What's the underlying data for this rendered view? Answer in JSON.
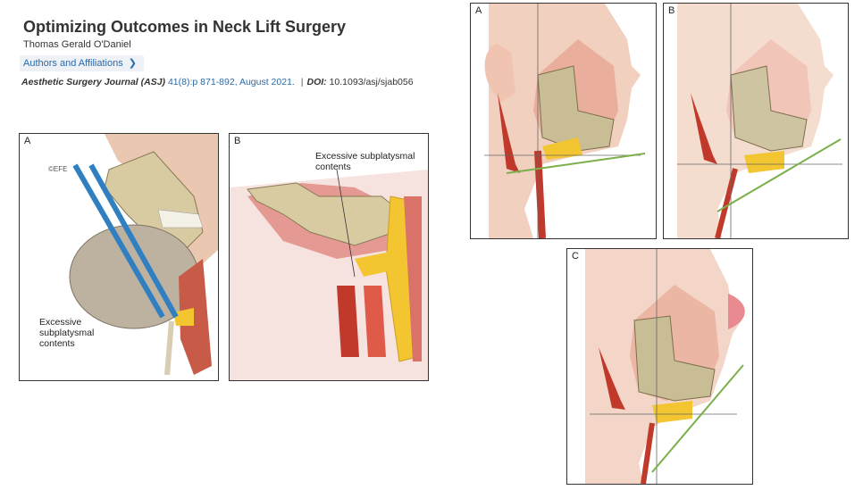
{
  "article": {
    "title": "Optimizing Outcomes in Neck Lift Surgery",
    "author": "Thomas Gerald O'Daniel",
    "affiliations_button": "Authors and Affiliations",
    "affiliations_chevron": "chevron-right-icon",
    "journal": "Aesthetic Surgery Journal (ASJ)",
    "volume_pages": "41(8):p 871-892, August 2021.",
    "separator": "|",
    "doi_label": "DOI:",
    "doi_value": "10.1093/asj/sjab056"
  },
  "figure_left": {
    "panel_a": {
      "label": "A",
      "annotation_line1": "Excessive",
      "annotation_line2": "subplatysmal",
      "annotation_line3": "contents",
      "copyright": "©EFE"
    },
    "panel_b": {
      "label": "B",
      "annotation_line1": "Excessive subplatysmal",
      "annotation_line2": "contents"
    }
  },
  "figure_right": {
    "panel_a": {
      "label": "A"
    },
    "panel_b": {
      "label": "B"
    },
    "panel_c": {
      "label": "C"
    }
  },
  "colors": {
    "link": "#2a6aa8",
    "guide_line": "#7ab04a",
    "fat": "#f2c531",
    "muscle": "#c0392b",
    "bone": "#cdbf95"
  }
}
